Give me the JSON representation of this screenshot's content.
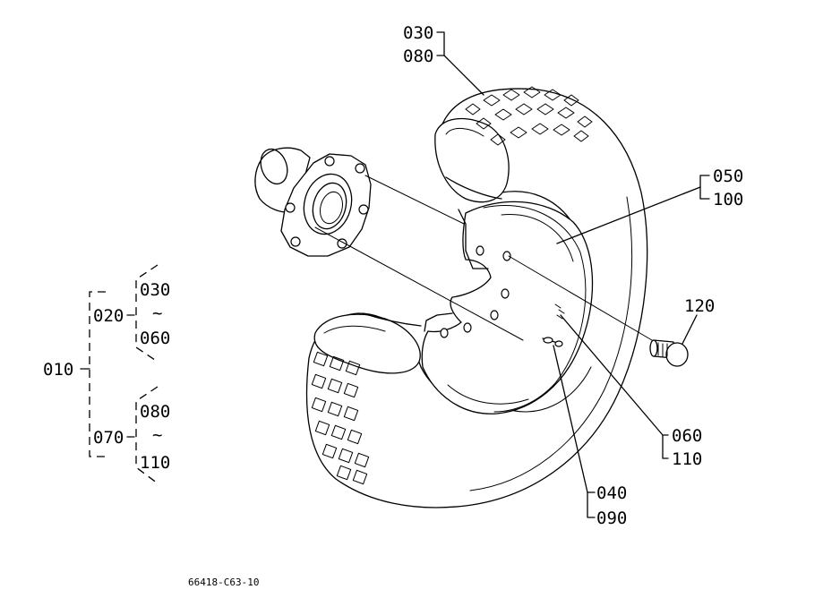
{
  "labels": {
    "p010": "010",
    "p020": "020",
    "p030_tree": "030",
    "tilde_upper": "~",
    "p060_tree": "060",
    "p070": "070",
    "p080_tree": "080",
    "tilde_lower": "~",
    "p110_tree": "110",
    "c030": "030",
    "c080": "080",
    "c050": "050",
    "c100": "100",
    "c120": "120",
    "c060": "060",
    "c110": "110",
    "c040": "040",
    "c090": "090"
  },
  "reference": "66418-C63-10"
}
